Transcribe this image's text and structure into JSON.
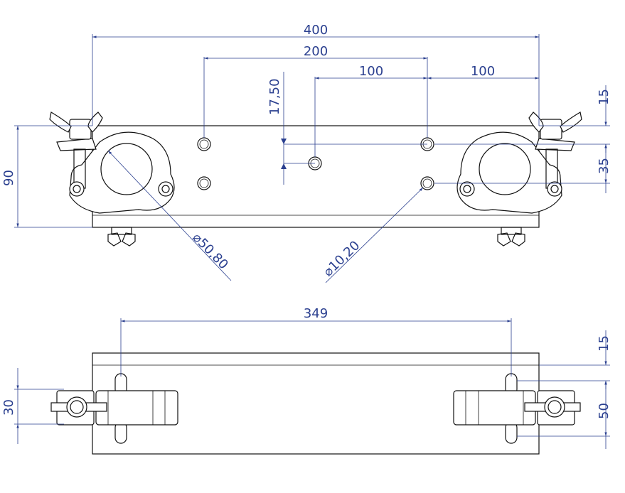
{
  "front_view": {
    "dim_overall_width": "400",
    "dim_hole_span": "200",
    "dim_left_pitch": "100",
    "dim_right_pitch": "100",
    "dim_vertical_offset": "17,50",
    "dim_top_margin": "15",
    "dim_hole_spacing": "35",
    "dim_height": "90",
    "dim_clamp_diameter": "⌀50,80",
    "dim_hole_diameter": "⌀10,20"
  },
  "top_view": {
    "dim_slot_span": "349",
    "dim_top_margin": "15",
    "dim_slot_length": "50",
    "dim_clamp_width": "30"
  },
  "colors": {
    "dimension": "#2a3f8f",
    "outline": "#111111"
  }
}
